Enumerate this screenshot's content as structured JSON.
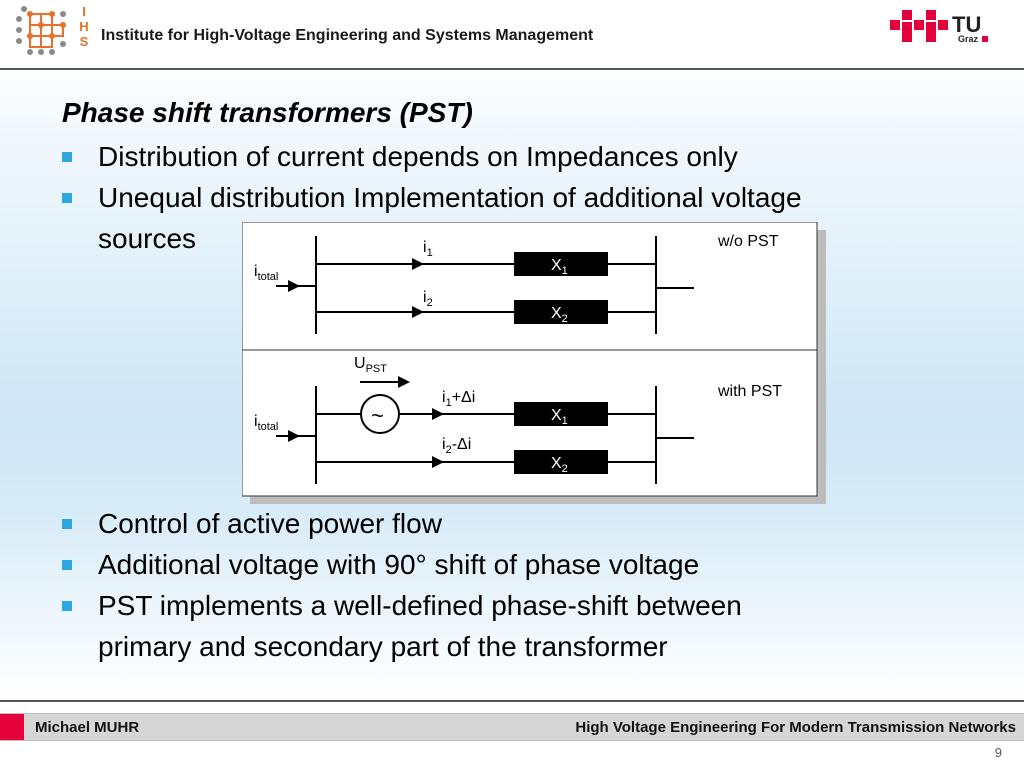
{
  "header": {
    "ihs_letters": [
      "I",
      "H",
      "S"
    ],
    "title": "Institute for High-Voltage Engineering and Systems Management",
    "tu_logo_text": "TU",
    "tu_logo_sub": "Graz"
  },
  "slide": {
    "heading": "Phase shift transformers (PST)",
    "bullets_top": [
      "Distribution of current depends on Impedances only",
      "Unequal distribution Implementation of additional voltage",
      "sources"
    ],
    "bullets_bottom": [
      "Control of active power flow",
      "Additional voltage with 90° shift of phase voltage",
      "PST implements a well-defined phase-shift between",
      "primary and secondary part of the transformer"
    ]
  },
  "diagram": {
    "top_label": "w/o PST",
    "bottom_label": "with PST",
    "itotal": "i",
    "itotal_sub": "total",
    "i1": "i",
    "i1_sub": "1",
    "i2": "i",
    "i2_sub": "2",
    "x": "X",
    "x1_sub": "1",
    "x2_sub": "2",
    "upst": "U",
    "upst_sub": "PST",
    "i1_delta_a": "i",
    "i1_delta_sub": "1",
    "i1_delta_b": "+Δi",
    "i2_delta_a": "i",
    "i2_delta_sub": "2",
    "i2_delta_b": "-Δi",
    "source_symbol": "~"
  },
  "footer": {
    "author": "Michael MUHR",
    "course": "High Voltage Engineering For Modern Transmission Networks",
    "page": "9"
  },
  "colors": {
    "bullet": "#2ea7e0",
    "accent_orange": "#e8702a",
    "tu_red": "#e4003a"
  }
}
